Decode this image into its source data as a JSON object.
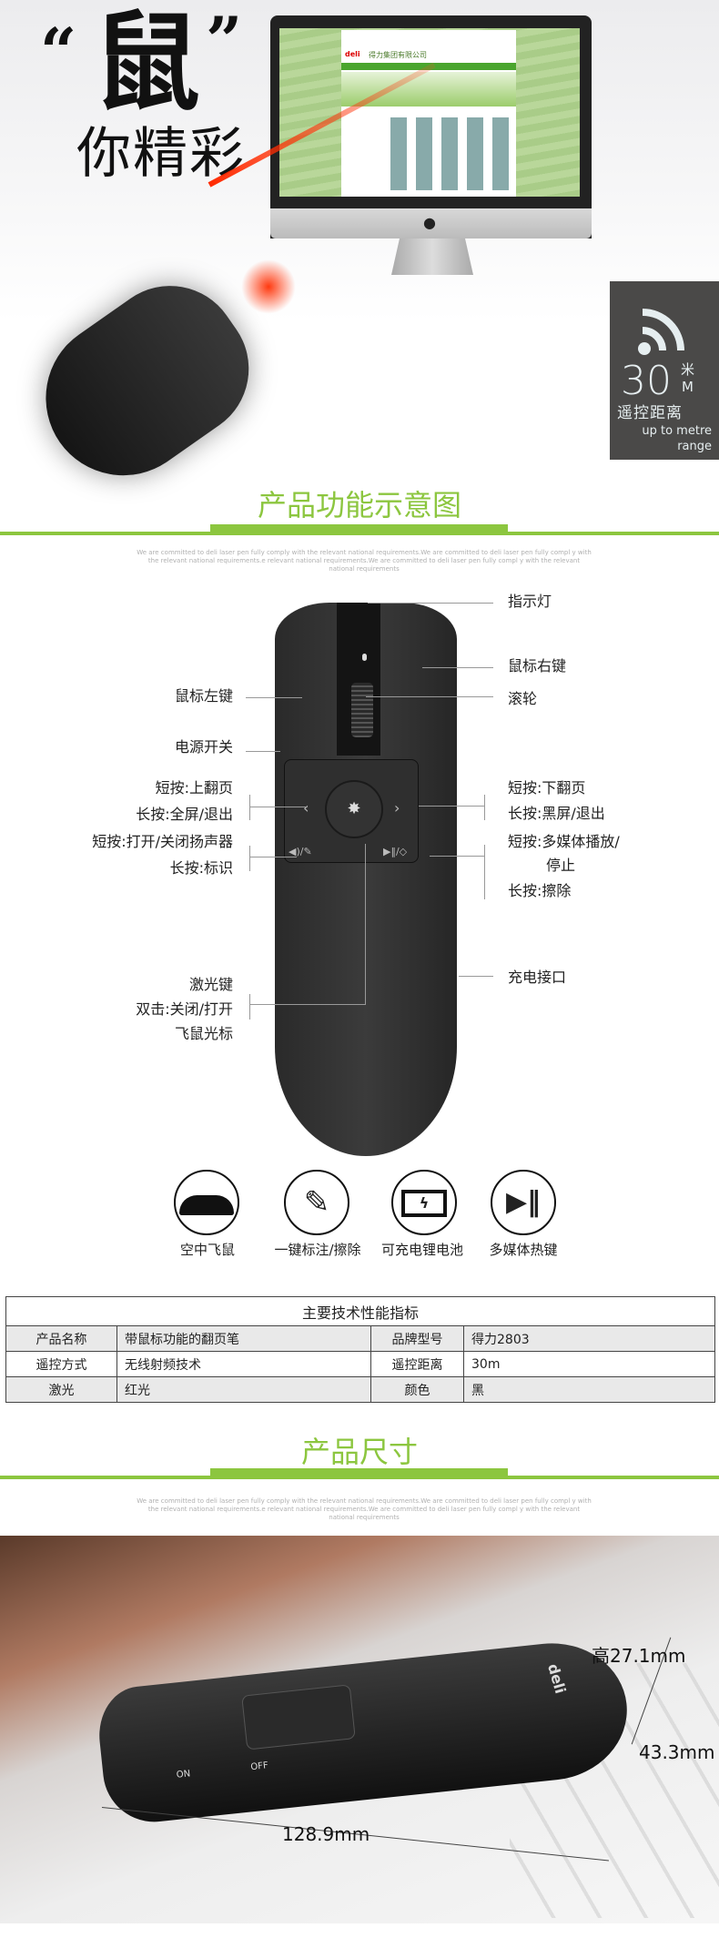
{
  "hero": {
    "big_char": "鼠",
    "open_quote": "“",
    "close_quote": "”",
    "slogan": "你精彩",
    "screen_company": "得力集团有限公司",
    "screen_logo": "deli",
    "badge": {
      "number": "30",
      "unit_cn": "米",
      "unit_en": "M",
      "label_cn": "遥控距离",
      "label_en_1": "up to metre",
      "label_en_2": "range"
    }
  },
  "section1": {
    "title": "产品功能示意图",
    "note": "We are committed to deli laser pen fully comply with the relevant national requirements.We are committed to deli laser pen fully compl y with the relevant national requirements.e relevant national requirements.We are committed to deli laser pen fully compl y with the relevant national requirements"
  },
  "diagram": {
    "left": {
      "mouse_left": "鼠标左键",
      "power": "电源开关",
      "prev_short": "短按:上翻页",
      "prev_long": "长按:全屏/退出",
      "speaker_short": "短按:打开/关闭扬声器",
      "speaker_long": "长按:标识",
      "laser_1": "激光键",
      "laser_2": "双击:关闭/打开",
      "laser_3": "飞鼠光标"
    },
    "right": {
      "indicator": "指示灯",
      "mouse_right": "鼠标右键",
      "wheel": "滚轮",
      "next_short": "短按:下翻页",
      "next_long": "长按:黑屏/退出",
      "media_short_1": "短按:多媒体播放/",
      "media_short_2": "停止",
      "media_long": "长按:擦除",
      "charge": "充电接口"
    }
  },
  "features": [
    {
      "label": "空中飞鼠",
      "icon": "air-mouse-icon"
    },
    {
      "label": "一键标注/擦除",
      "icon": "pen-icon"
    },
    {
      "label": "可充电锂电池",
      "icon": "battery-icon"
    },
    {
      "label": "多媒体热键",
      "icon": "play-pause-icon"
    }
  ],
  "spec": {
    "title": "主要技术性能指标",
    "rows": [
      [
        "产品名称",
        "带鼠标功能的翻页笔",
        "品牌型号",
        "得力2803"
      ],
      [
        "遥控方式",
        "无线射频技术",
        "遥控距离",
        "30m"
      ],
      [
        "激光",
        "红光",
        "颜色",
        "黑"
      ]
    ]
  },
  "section2": {
    "title": "产品尺寸"
  },
  "dimensions": {
    "height": "高27.1mm",
    "width": "43.3mm",
    "length": "128.9mm",
    "switch_on": "ON",
    "switch_off": "OFF",
    "brand": "deli"
  },
  "colors": {
    "accent": "#8cc63f",
    "badge_bg": "#4a4948",
    "laser": "#ff2a00"
  }
}
